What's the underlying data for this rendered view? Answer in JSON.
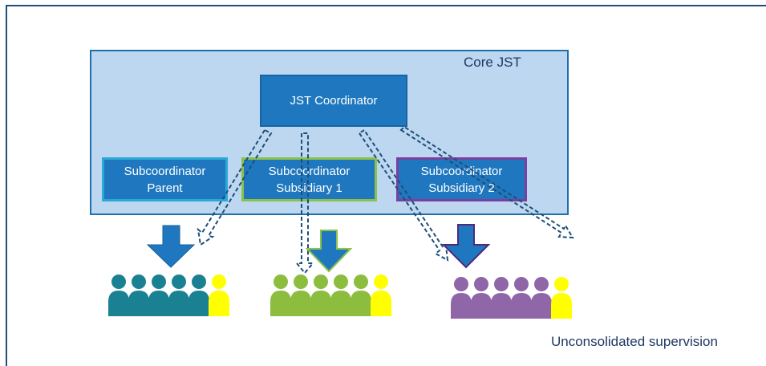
{
  "core_label": "Core JST",
  "coordinator": {
    "label": "JST Coordinator"
  },
  "subcoordinators": [
    {
      "line1": "Subcoordinator",
      "line2": "Parent",
      "color": "#2aa9d8"
    },
    {
      "line1": "Subcoordinator",
      "line2": "Subsidiary 1",
      "color": "#8cc14a"
    },
    {
      "line1": "Subcoordinator",
      "line2": "Subsidiary 2",
      "color": "#7a3fa0"
    }
  ],
  "groups": [
    {
      "name": "parent-entities",
      "color": "#1a8193",
      "highlight": "#ffff00",
      "people": 6
    },
    {
      "name": "subsidiary-1-entities",
      "color": "#8cbd3f",
      "highlight": "#ffff00",
      "people": 6
    },
    {
      "name": "subsidiary-2-entities",
      "color": "#8f66a8",
      "highlight": "#ffff00",
      "people": 6
    }
  ],
  "footer_text": "Unconsolidated supervision",
  "colors": {
    "frame": "#1f4e79",
    "core_fill": "#bcd7ef",
    "box_fill": "#1f78bf",
    "arrow_blue": "#1f78bf",
    "arrow_dashed": "#1f4e79"
  }
}
